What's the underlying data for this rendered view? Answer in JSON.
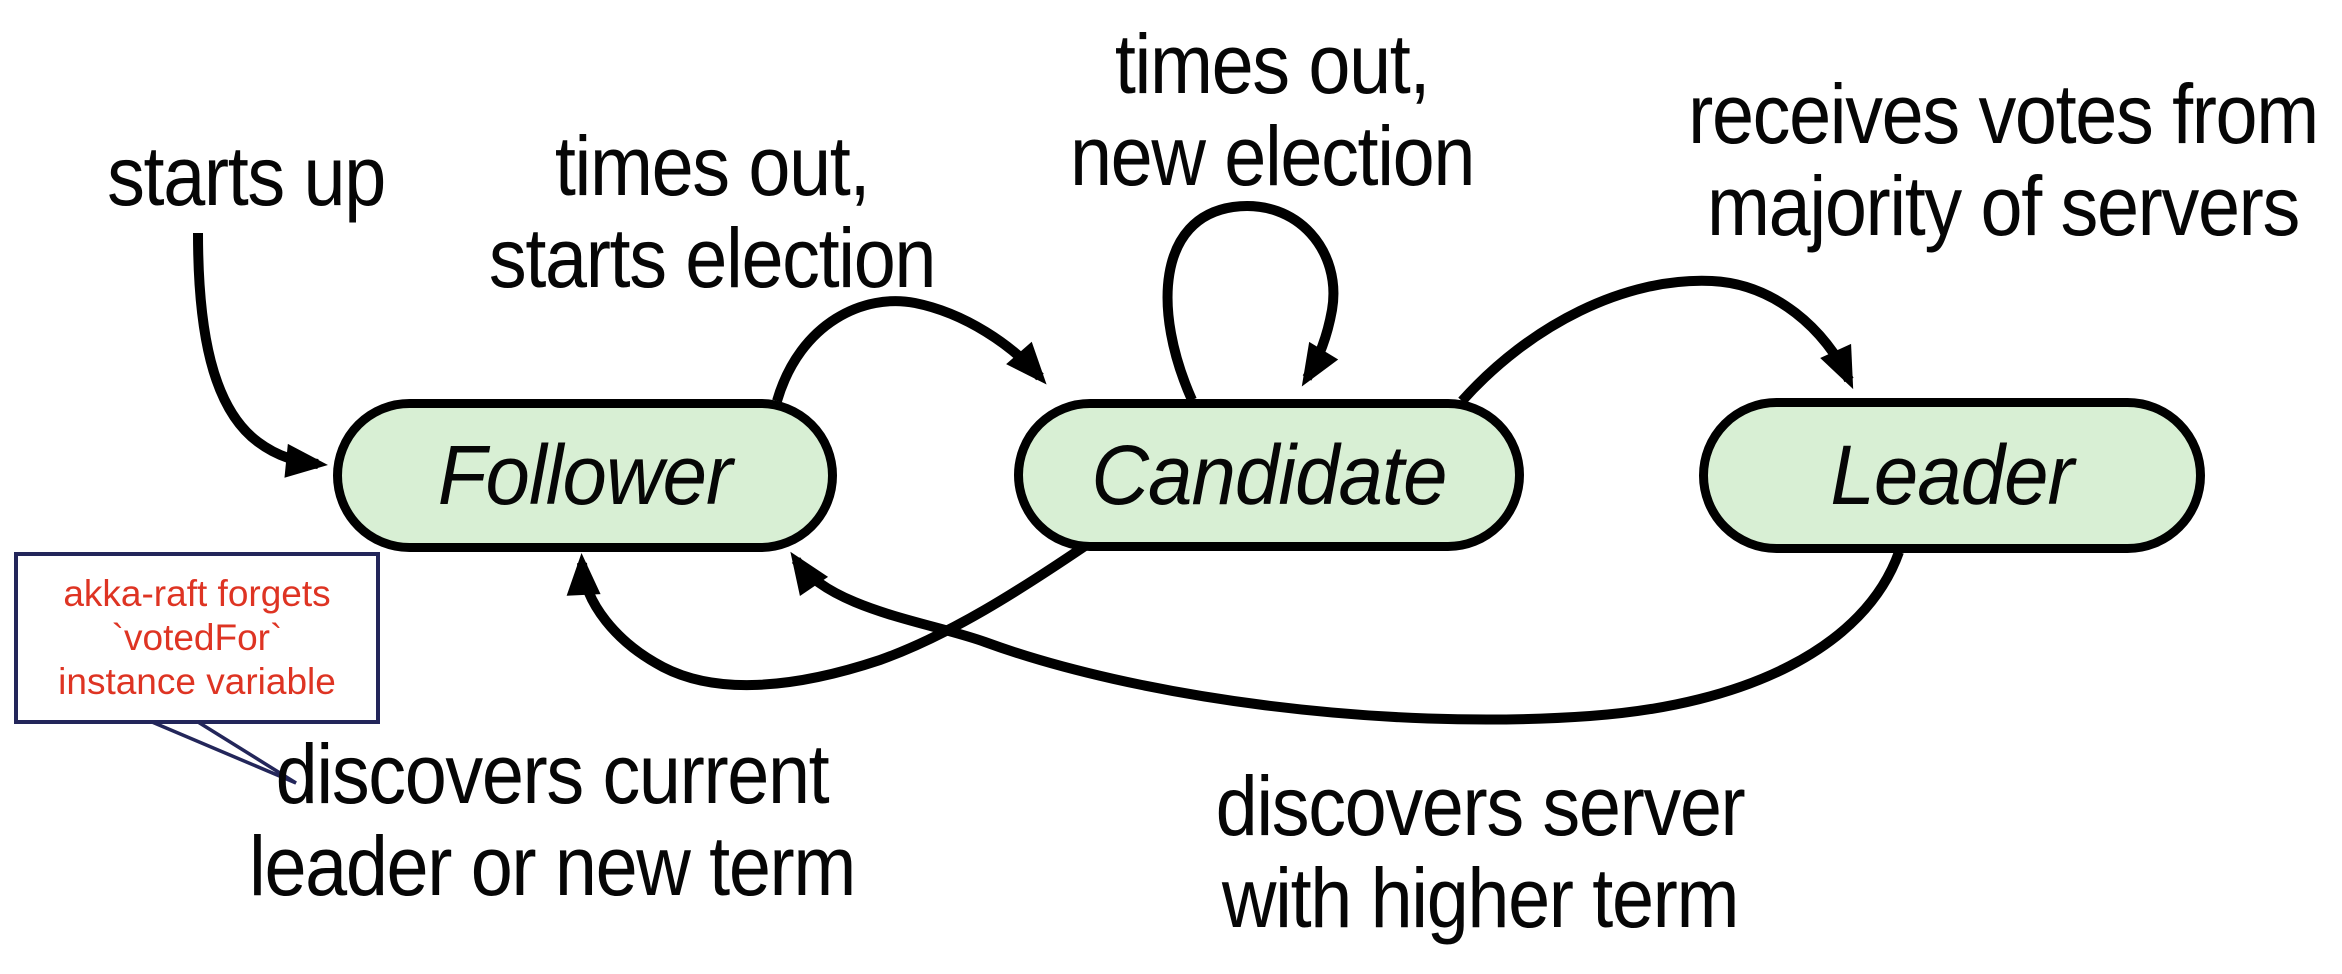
{
  "colors": {
    "background": "#ffffff",
    "state_fill": "#d8efd4",
    "state_border": "#000000",
    "arrow": "#000000",
    "label_text": "#060606",
    "annotation_text": "#de3423",
    "annotation_border": "#23265a"
  },
  "states": [
    {
      "id": "follower",
      "label": "Follower"
    },
    {
      "id": "candidate",
      "label": "Candidate"
    },
    {
      "id": "leader",
      "label": "Leader"
    }
  ],
  "transition_labels": {
    "starts_up": [
      "starts up"
    ],
    "times_out_starts_election": [
      "times out,",
      "starts election"
    ],
    "times_out_new_election": [
      "times out,",
      "new election"
    ],
    "receives_votes": [
      "receives votes from",
      "majority of servers"
    ],
    "discovers_current": [
      "discovers current",
      "leader or new term"
    ],
    "discovers_server": [
      "discovers server",
      "with higher term"
    ]
  },
  "annotation": {
    "lines": [
      "akka-raft forgets",
      "`votedFor`",
      "instance variable"
    ]
  }
}
